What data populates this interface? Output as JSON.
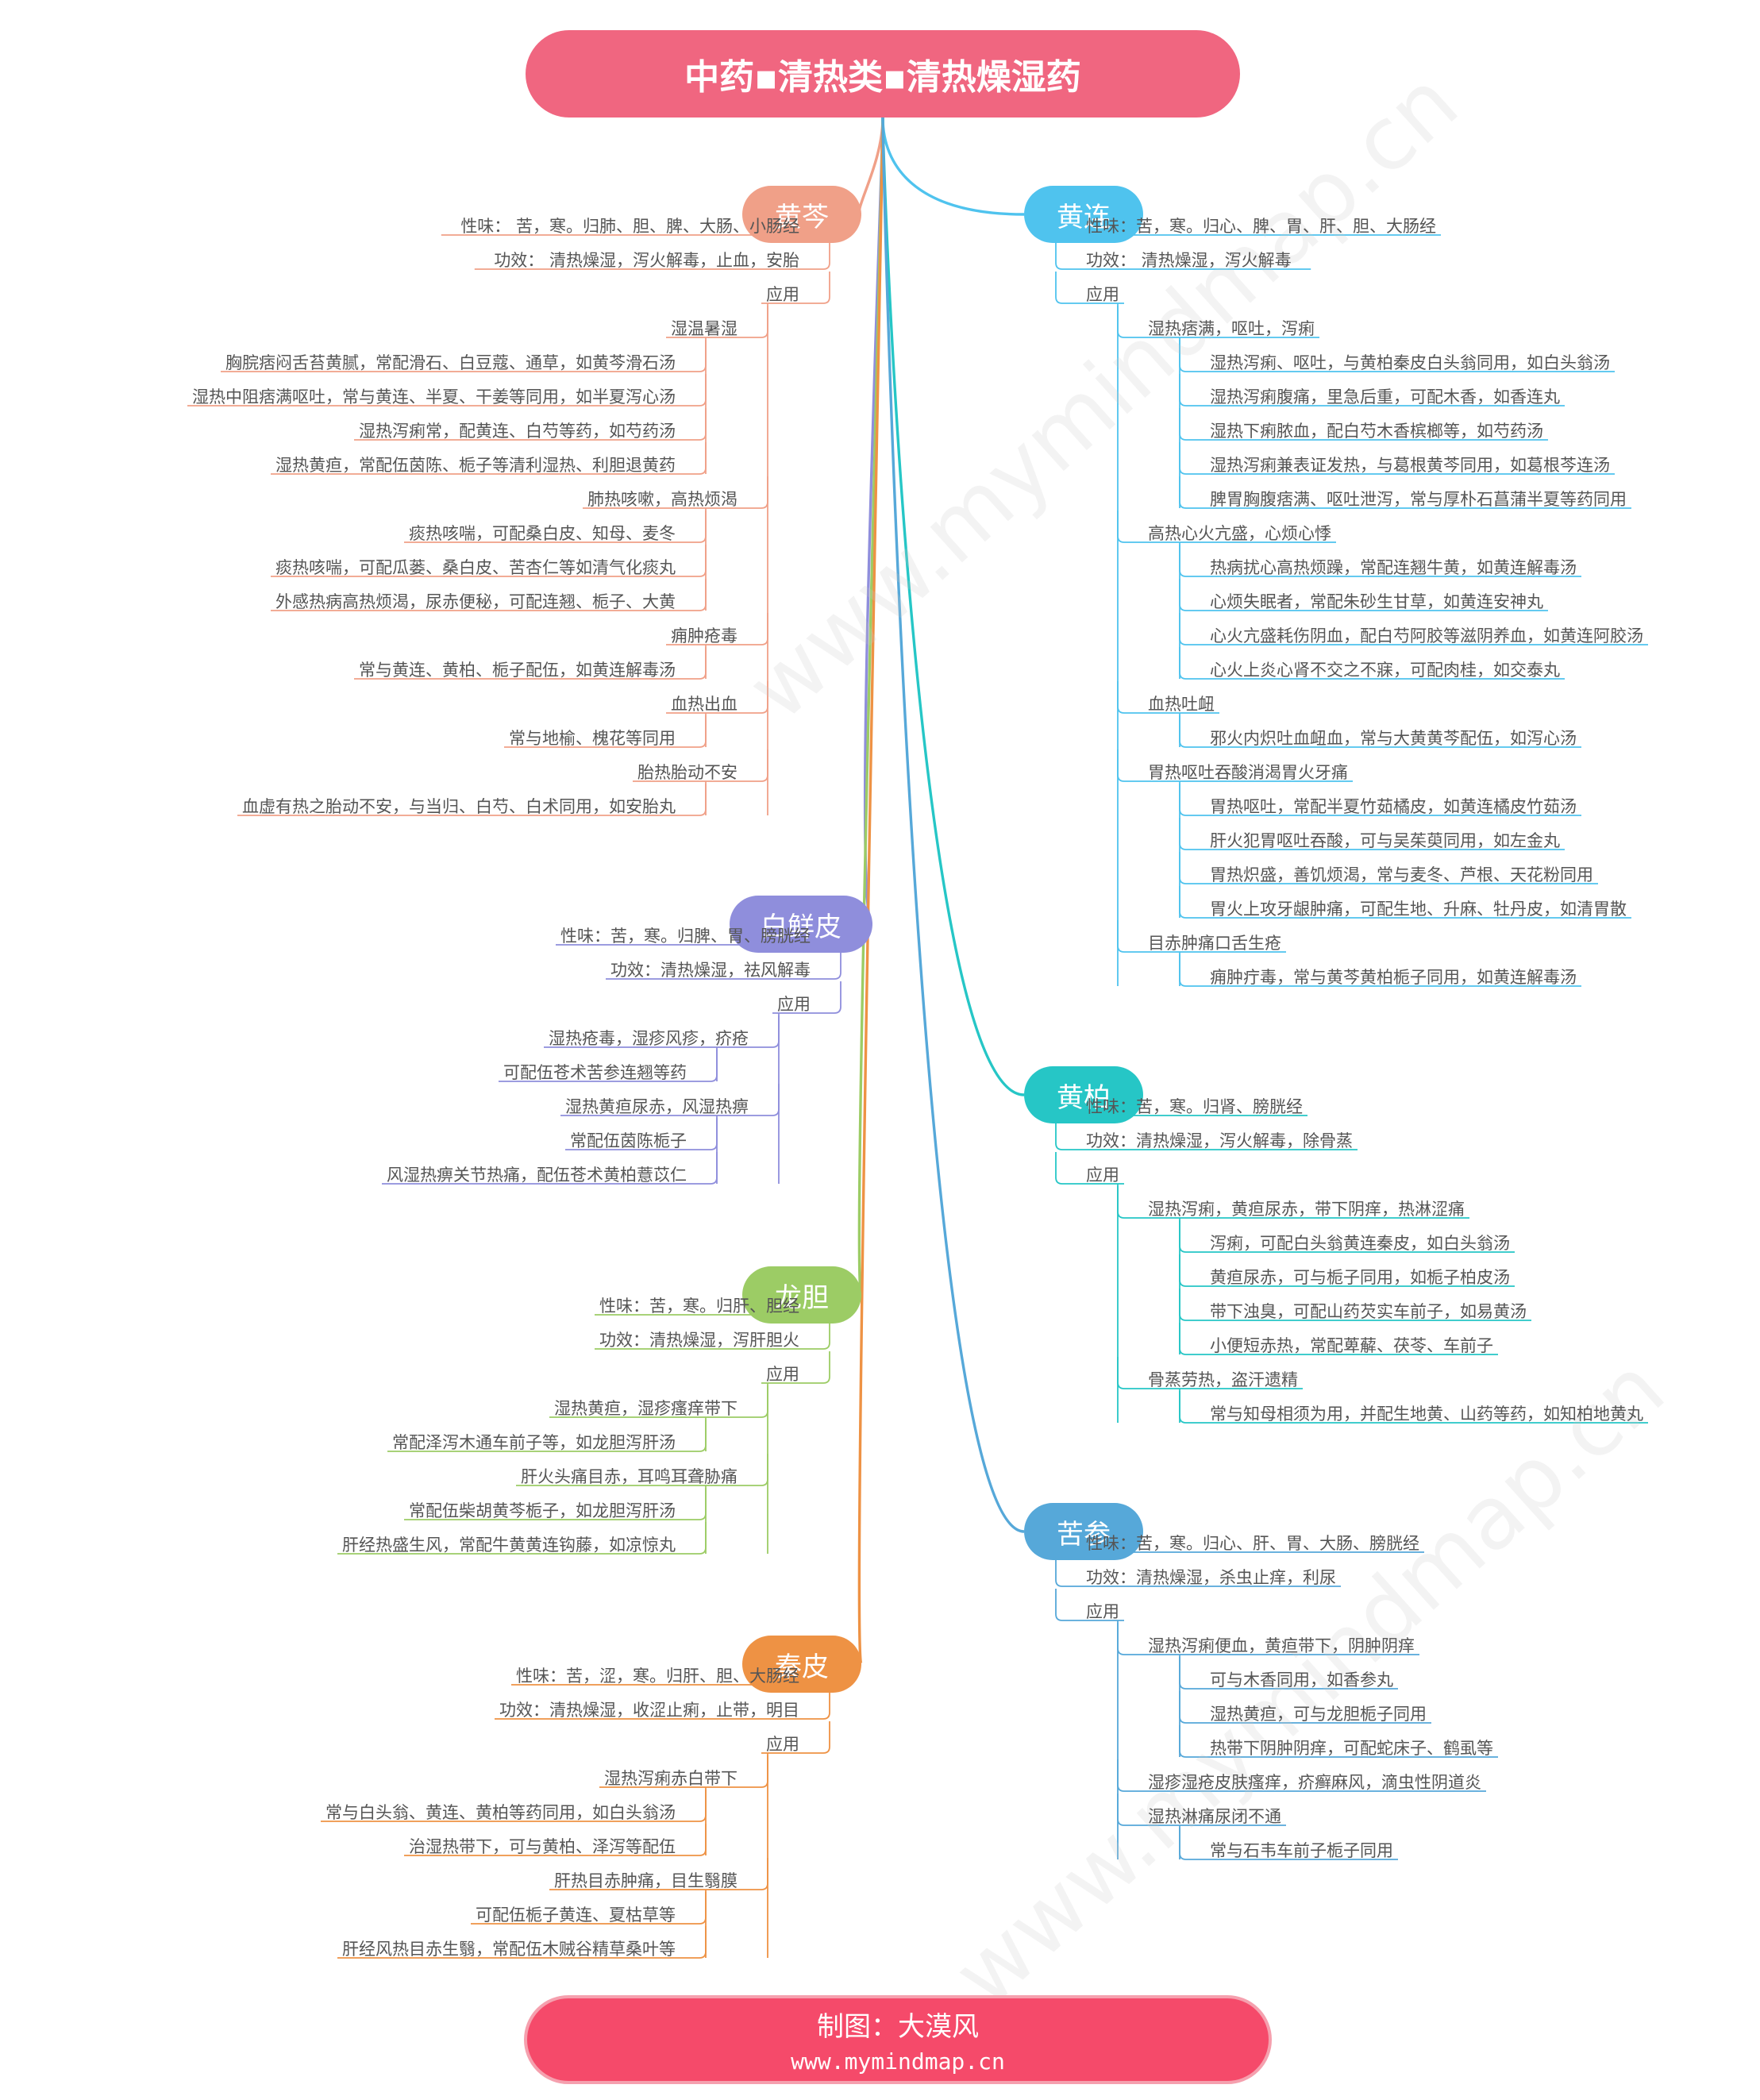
{
  "title": "中药▪清热类▪清热燥湿药",
  "footer": {
    "line1": "制图：大漠风",
    "line2": "www.mymindmap.cn"
  },
  "watermark": "www.mymindmap.cn",
  "colors": {
    "root": "#f06680",
    "huangqin": "#f0a088",
    "baixianpi": "#8f8edc",
    "longdan": "#9ccc65",
    "qinpi": "#ee9244",
    "huanglian": "#4fc3ee",
    "huangbo": "#26c6c6",
    "kushen": "#56a8d9"
  },
  "branches": [
    {
      "id": "huangqin",
      "label": "黄芩",
      "side": "left",
      "items": [
        {
          "t": "性味：  苦，寒。归肺、胆、脾、大肠、小肠经"
        },
        {
          "t": "功效：  清热燥湿，泻火解毒，止血，安胎"
        },
        {
          "t": "应用",
          "c": [
            {
              "t": "湿温暑湿",
              "c": [
                {
                  "t": "胸脘痞闷舌苔黄腻，常配滑石、白豆蔻、通草，如黄芩滑石汤"
                },
                {
                  "t": "湿热中阻痞满呕吐，常与黄连、半夏、干姜等同用，如半夏泻心汤"
                },
                {
                  "t": "湿热泻痢常，配黄连、白芍等药，如芍药汤"
                },
                {
                  "t": "湿热黄疸，常配伍茵陈、栀子等清利湿热、利胆退黄药"
                }
              ]
            },
            {
              "t": "肺热咳嗽，高热烦渴",
              "c": [
                {
                  "t": "痰热咳喘，可配桑白皮、知母、麦冬"
                },
                {
                  "t": "痰热咳喘，可配瓜蒌、桑白皮、苦杏仁等如清气化痰丸"
                },
                {
                  "t": "外感热病高热烦渴，尿赤便秘，可配连翘、栀子、大黄"
                }
              ]
            },
            {
              "t": "痈肿疮毒",
              "c": [
                {
                  "t": "常与黄连、黄柏、栀子配伍，如黄连解毒汤"
                }
              ]
            },
            {
              "t": "血热出血",
              "c": [
                {
                  "t": "常与地榆、槐花等同用"
                }
              ]
            },
            {
              "t": "胎热胎动不安",
              "c": [
                {
                  "t": "血虚有热之胎动不安，与当归、白芍、白术同用，如安胎丸"
                }
              ]
            }
          ]
        }
      ]
    },
    {
      "id": "baixianpi",
      "label": "白鲜皮",
      "side": "left",
      "items": [
        {
          "t": "性味：苦，寒。归脾、胃、膀胱经"
        },
        {
          "t": "功效：清热燥湿，祛风解毒"
        },
        {
          "t": "应用",
          "c": [
            {
              "t": "湿热疮毒，湿疹风疹，疥疮",
              "c": [
                {
                  "t": "可配伍苍术苦参连翘等药"
                }
              ]
            },
            {
              "t": "湿热黄疸尿赤，风湿热痹",
              "c": [
                {
                  "t": "常配伍茵陈栀子"
                },
                {
                  "t": "风湿热痹关节热痛，配伍苍术黄柏薏苡仁"
                }
              ]
            }
          ]
        }
      ]
    },
    {
      "id": "longdan",
      "label": "龙胆",
      "side": "left",
      "items": [
        {
          "t": "性味：苦，寒。归肝、胆经"
        },
        {
          "t": "功效：清热燥湿，泻肝胆火"
        },
        {
          "t": "应用",
          "c": [
            {
              "t": "湿热黄疸，湿疹瘙痒带下",
              "c": [
                {
                  "t": "常配泽泻木通车前子等，如龙胆泻肝汤"
                }
              ]
            },
            {
              "t": "肝火头痛目赤，耳鸣耳聋胁痛",
              "c": [
                {
                  "t": "常配伍柴胡黄芩栀子，如龙胆泻肝汤"
                },
                {
                  "t": "肝经热盛生风，常配牛黄黄连钩藤，如凉惊丸"
                }
              ]
            }
          ]
        }
      ]
    },
    {
      "id": "qinpi",
      "label": "秦皮",
      "side": "left",
      "items": [
        {
          "t": "性味：苦，涩，寒。归肝、胆、大肠经"
        },
        {
          "t": "功效：清热燥湿，收涩止痢，止带，明目"
        },
        {
          "t": "应用",
          "c": [
            {
              "t": "湿热泻痢赤白带下",
              "c": [
                {
                  "t": "常与白头翁、黄连、黄柏等药同用，如白头翁汤"
                },
                {
                  "t": "治湿热带下，可与黄柏、泽泻等配伍"
                }
              ]
            },
            {
              "t": "肝热目赤肿痛，目生翳膜",
              "c": [
                {
                  "t": "可配伍栀子黄连、夏枯草等"
                },
                {
                  "t": "肝经风热目赤生翳，常配伍木贼谷精草桑叶等"
                }
              ]
            }
          ]
        }
      ]
    },
    {
      "id": "huanglian",
      "label": "黄连",
      "side": "right",
      "items": [
        {
          "t": "性味：苦，寒。归心、脾、胃、肝、胆、大肠经"
        },
        {
          "t": "功效：  清热燥湿，泻火解毒"
        },
        {
          "t": "应用",
          "c": [
            {
              "t": "湿热痞满，呕吐，泻痢",
              "c": [
                {
                  "t": "湿热泻痢、呕吐，与黄柏秦皮白头翁同用，如白头翁汤"
                },
                {
                  "t": "湿热泻痢腹痛，里急后重，可配木香，如香连丸"
                },
                {
                  "t": "湿热下痢脓血，配白芍木香槟榔等，如芍药汤"
                },
                {
                  "t": "湿热泻痢兼表证发热，与葛根黄芩同用，如葛根芩连汤"
                },
                {
                  "t": "脾胃胸腹痞满、呕吐泄泻，常与厚朴石菖蒲半夏等药同用"
                }
              ]
            },
            {
              "t": "高热心火亢盛，心烦心悸",
              "c": [
                {
                  "t": "热病扰心高热烦躁，常配连翘牛黄，如黄连解毒汤"
                },
                {
                  "t": "心烦失眠者，常配朱砂生甘草，如黄连安神丸"
                },
                {
                  "t": "心火亢盛耗伤阴血，配白芍阿胶等滋阴养血，如黄连阿胶汤"
                },
                {
                  "t": "心火上炎心肾不交之不寐，可配肉桂，如交泰丸"
                }
              ]
            },
            {
              "t": "血热吐衄",
              "c": [
                {
                  "t": "邪火内炽吐血衄血，常与大黄黄芩配伍，如泻心汤"
                }
              ]
            },
            {
              "t": "胃热呕吐吞酸消渴胃火牙痛",
              "c": [
                {
                  "t": "胃热呕吐，常配半夏竹茹橘皮，如黄连橘皮竹茹汤"
                },
                {
                  "t": "肝火犯胃呕吐吞酸，可与吴茱萸同用，如左金丸"
                },
                {
                  "t": "胃热炽盛，善饥烦渴，常与麦冬、芦根、天花粉同用"
                },
                {
                  "t": "胃火上攻牙龈肿痛，可配生地、升麻、牡丹皮，如清胃散"
                }
              ]
            },
            {
              "t": "目赤肿痛口舌生疮",
              "c": [
                {
                  "t": "痈肿疔毒，常与黄芩黄柏栀子同用，如黄连解毒汤"
                }
              ]
            }
          ]
        }
      ]
    },
    {
      "id": "huangbo",
      "label": "黄柏",
      "side": "right",
      "items": [
        {
          "t": "性味：苦，寒。归肾、膀胱经"
        },
        {
          "t": "功效：清热燥湿，泻火解毒，除骨蒸"
        },
        {
          "t": "应用",
          "c": [
            {
              "t": "湿热泻痢，黄疸尿赤，带下阴痒，热淋涩痛",
              "c": [
                {
                  "t": "泻痢，可配白头翁黄连秦皮，如白头翁汤"
                },
                {
                  "t": "黄疸尿赤，可与栀子同用，如栀子柏皮汤"
                },
                {
                  "t": "带下浊臭，可配山药芡实车前子，如易黄汤"
                },
                {
                  "t": "小便短赤热，常配萆薢、茯苓、车前子"
                }
              ]
            },
            {
              "t": "骨蒸劳热，盗汗遗精",
              "c": [
                {
                  "t": "常与知母相须为用，并配生地黄、山药等药，如知柏地黄丸"
                }
              ]
            }
          ]
        }
      ]
    },
    {
      "id": "kushen",
      "label": "苦参",
      "side": "right",
      "items": [
        {
          "t": "性味：苦，寒。归心、肝、胃、大肠、膀胱经"
        },
        {
          "t": "功效：清热燥湿，杀虫止痒，利尿"
        },
        {
          "t": "应用",
          "c": [
            {
              "t": "湿热泻痢便血，黄疸带下，阴肿阴痒",
              "c": [
                {
                  "t": "可与木香同用，如香参丸"
                },
                {
                  "t": "湿热黄疸，可与龙胆栀子同用"
                },
                {
                  "t": "热带下阴肿阴痒，可配蛇床子、鹤虱等"
                }
              ]
            },
            {
              "t": "湿疹湿疮皮肤瘙痒，疥癣麻风，滴虫性阴道炎"
            },
            {
              "t": "湿热淋痛尿闭不通",
              "c": [
                {
                  "t": "常与石韦车前子栀子同用"
                }
              ]
            }
          ]
        }
      ]
    }
  ]
}
